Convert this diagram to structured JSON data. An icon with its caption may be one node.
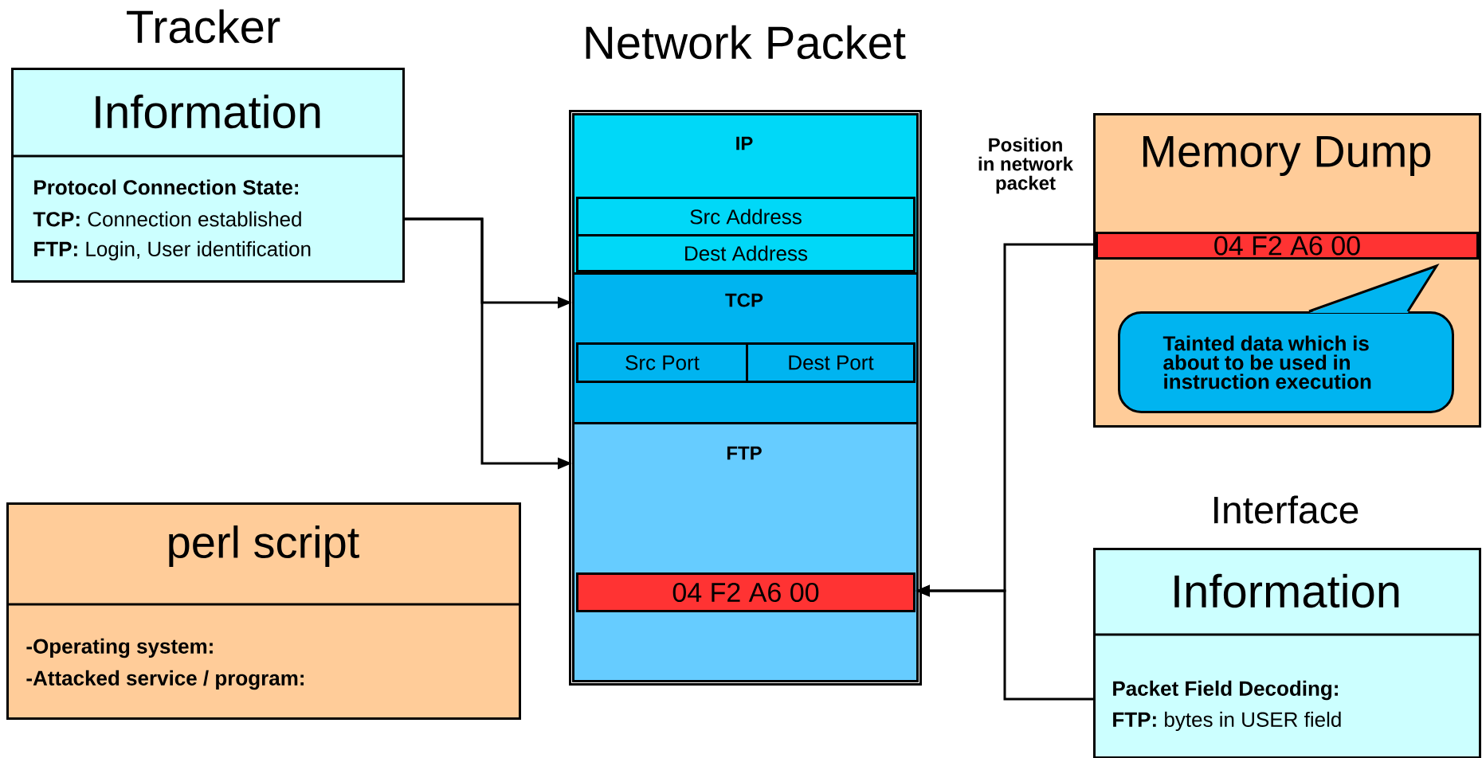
{
  "diagram": {
    "nodes": [
      {
        "text": [
          "Tracker",
          "Information",
          "Protocol Connection State:",
          "**TCP:**  Connection established",
          "**FTP:**  Login, User identification"
        ]
      },
      {
        "text": [
          "Network Packet"
        ]
      },
      {
        "text": [
          "IP"
        ],
        "in": 1
      },
      {
        "text": [
          "Src Address"
        ],
        "in": 2
      },
      {
        "text": [
          "Dest Address"
        ],
        "in": 2
      },
      {
        "text": [
          "TCP"
        ],
        "in": 1
      },
      {
        "text": [
          "Src Port"
        ],
        "in": 5
      },
      {
        "text": [
          "Dest Port"
        ],
        "in": 5
      },
      {
        "text": [
          "FTP"
        ],
        "in": 1
      },
      {
        "text": [
          "04 F2 A6 00"
        ],
        "in": 8
      },
      {
        "text": [
          "Memory Dump"
        ]
      },
      {
        "text": [
          "04 F2 A6 00"
        ],
        "in": 10
      },
      {
        "text": [
          "Tainted data which is about to be used in instruction execution"
        ],
        "in": 10
      },
      {
        "text": [
          "perl script",
          "-Operating system:",
          "-Attacked service / program:"
        ]
      },
      {
        "text": [
          "Interface",
          "Information",
          "Packet Field Decoding:",
          "**FTP:**  bytes in USER field"
        ]
      }
    ],
    "edges": [
      {
        "from": 0,
        "to": 5,
        "arrow": "to"
      },
      {
        "from": 0,
        "to": 8,
        "arrow": "to"
      },
      {
        "from": 11,
        "to": 9,
        "arrow": "to"
      },
      {
        "from": 14,
        "to": 9,
        "arrow": "to"
      }
    ],
    "labels": [
      "Position in network packet"
    ]
  }
}
